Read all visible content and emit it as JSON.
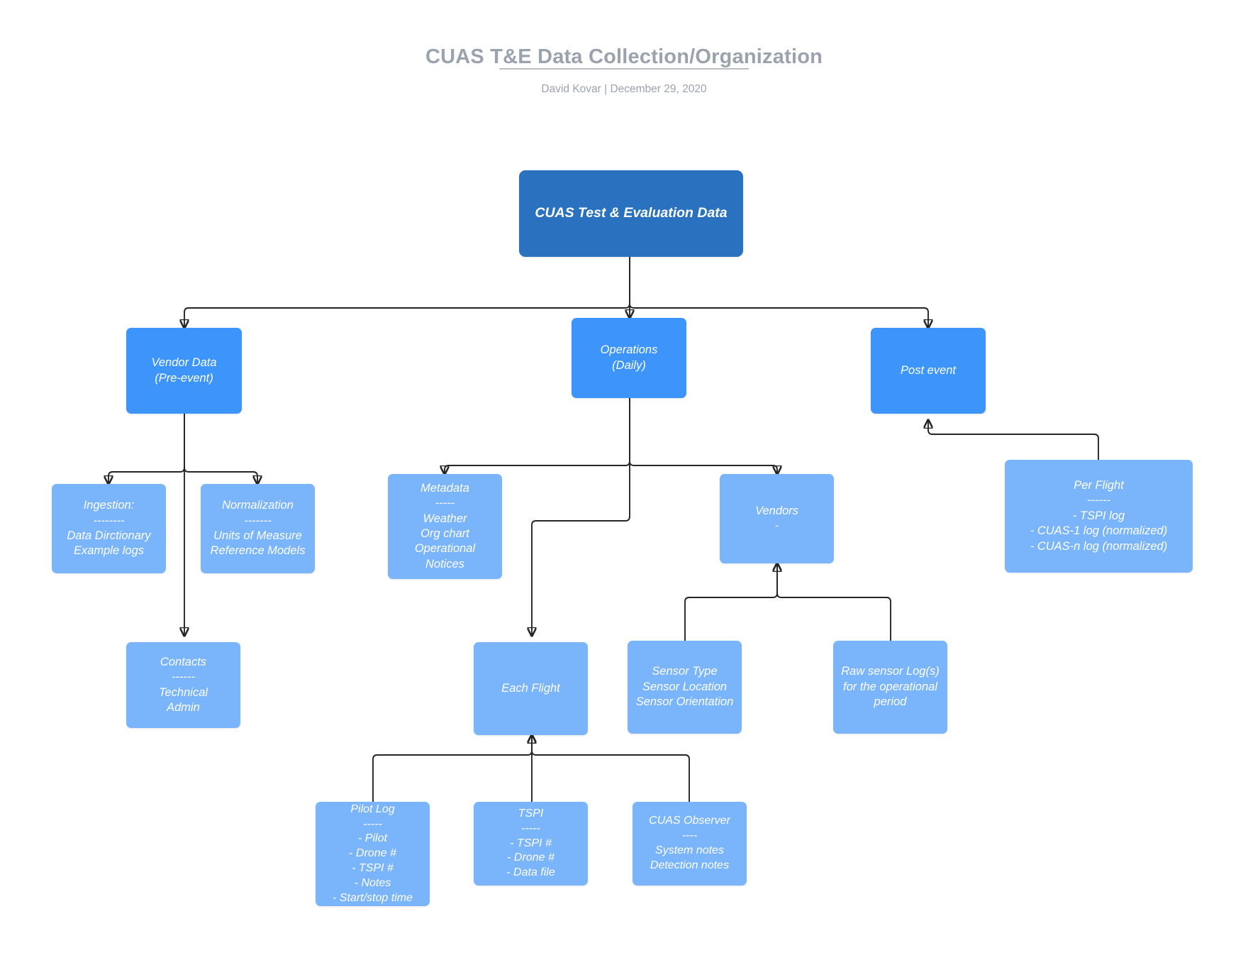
{
  "header": {
    "title": "CUAS T&E Data Collection/Organization",
    "byline": "David Kovar  |  December 29, 2020"
  },
  "diagram": {
    "type": "org-tree",
    "nodes": {
      "root": {
        "label": "CUAS Test & Evaluation Data"
      },
      "vendor_data": {
        "label": "Vendor Data\n(Pre-event)"
      },
      "operations": {
        "label": "Operations\n(Daily)"
      },
      "post_event": {
        "label": "Post event"
      },
      "ingestion": {
        "label": "Ingestion:\n--------\nData Dirctionary\nExample logs"
      },
      "normalization": {
        "label": "Normalization\n-------\nUnits of Measure\nReference Models"
      },
      "contacts": {
        "label": "Contacts\n------\nTechnical\nAdmin"
      },
      "metadata": {
        "label": "Metadata\n-----\nWeather\nOrg chart\nOperational\nNotices"
      },
      "vendors": {
        "label": "Vendors\n-"
      },
      "per_flight": {
        "label": "Per Flight\n------\n- TSPI log\n- CUAS-1 log (normalized)\n- CUAS-n log (normalized)"
      },
      "each_flight": {
        "label": "Each Flight"
      },
      "sensor_info": {
        "label": "Sensor Type\nSensor Location\nSensor Orientation"
      },
      "raw_sensor_logs": {
        "label": "Raw sensor Log(s)\nfor the operational\nperiod"
      },
      "pilot_log": {
        "label": "Pilot Log\n-----\n- Pilot\n- Drone #\n- TSPI #\n- Notes\n- Start/stop time"
      },
      "tspi": {
        "label": "TSPI\n-----\n- TSPI #\n- Drone #\n- Data file"
      },
      "cuas_observer": {
        "label": "CUAS Observer\n----\nSystem notes\nDetection notes"
      }
    },
    "edges": [
      {
        "from": "root",
        "to": "vendor_data"
      },
      {
        "from": "root",
        "to": "operations"
      },
      {
        "from": "root",
        "to": "post_event"
      },
      {
        "from": "vendor_data",
        "to": "ingestion"
      },
      {
        "from": "vendor_data",
        "to": "normalization"
      },
      {
        "from": "vendor_data",
        "to": "contacts"
      },
      {
        "from": "operations",
        "to": "metadata"
      },
      {
        "from": "operations",
        "to": "each_flight"
      },
      {
        "from": "operations",
        "to": "vendors"
      },
      {
        "from": "per_flight",
        "to": "post_event"
      },
      {
        "from": "sensor_info",
        "to": "vendors"
      },
      {
        "from": "raw_sensor_logs",
        "to": "vendors"
      },
      {
        "from": "pilot_log",
        "to": "each_flight"
      },
      {
        "from": "tspi",
        "to": "each_flight"
      },
      {
        "from": "cuas_observer",
        "to": "each_flight"
      }
    ],
    "colors": {
      "root_fill": "#2a72c0",
      "level2_fill": "#3d94fb",
      "leaf_fill": "#7ab4fb",
      "node_text": "#ffffff",
      "edge_stroke": "#262626",
      "title_text": "#9aa3ad",
      "background": "#ffffff"
    }
  }
}
